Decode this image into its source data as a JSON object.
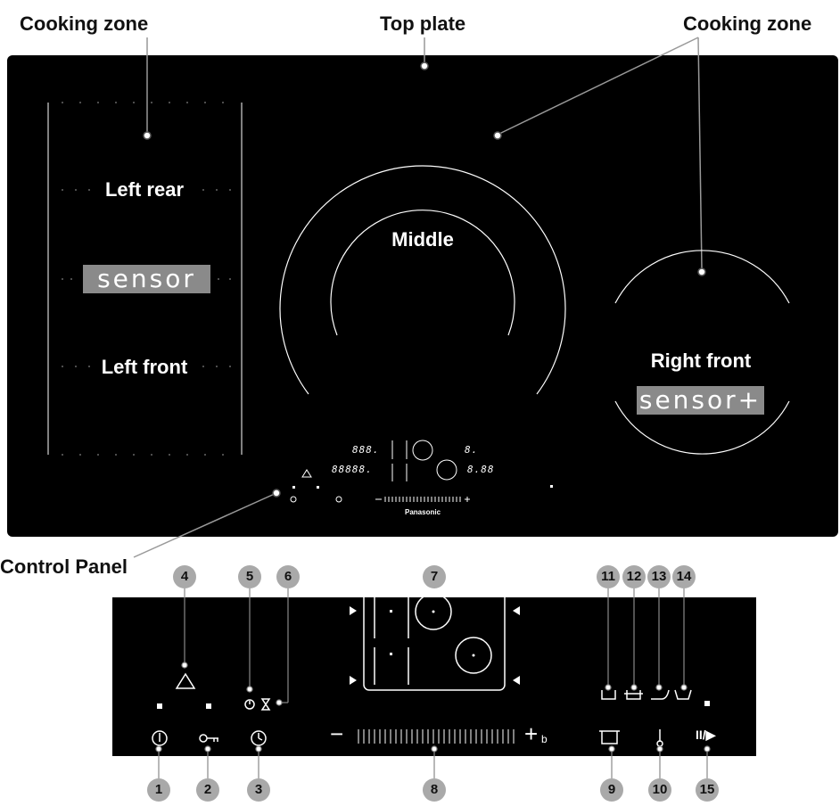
{
  "labels": {
    "cooking_zone_left": "Cooking zone",
    "top_plate": "Top plate",
    "cooking_zone_right": "Cooking zone",
    "control_panel": "Control Panel"
  },
  "zones": {
    "left_rear": "Left rear",
    "left_front": "Left front",
    "middle": "Middle",
    "right_front": "Right front",
    "sensor": "sensor",
    "sensor_plus": "sensor+"
  },
  "hob_panel": {
    "brand": "Panasonic",
    "seg_a": "888.",
    "seg_b": "8.",
    "seg_c": "88888.",
    "seg_d": "8.88",
    "minus": "−",
    "plus_b": "+ b"
  },
  "callouts": [
    "1",
    "2",
    "3",
    "4",
    "5",
    "6",
    "7",
    "8",
    "9",
    "10",
    "11",
    "12",
    "13",
    "14",
    "15"
  ],
  "detail_panel": {
    "minus": "−",
    "plus": "+",
    "b": "b",
    "pause": "II/▶"
  },
  "colors": {
    "panel": "#000000",
    "badge": "#8a8a8a",
    "callout": "#a9a9a9"
  }
}
